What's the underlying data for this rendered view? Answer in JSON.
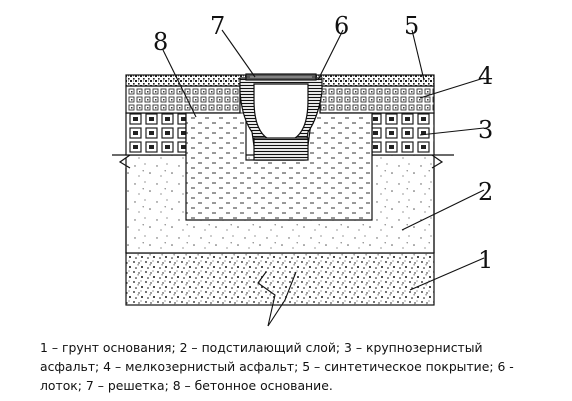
{
  "labels": {
    "n1": "1",
    "n2": "2",
    "n3": "3",
    "n4": "4",
    "n5": "5",
    "n6": "6",
    "n7": "7",
    "n8": "8"
  },
  "caption": "1 – грунт основания; 2 – подстилающий слой; 3 – крупнозернистый асфальт; 4 – мелкозернистый асфальт; 5 – синтетическое покрытие; 6 - лоток; 7 – решетка; 8 – бетонное основание."
}
